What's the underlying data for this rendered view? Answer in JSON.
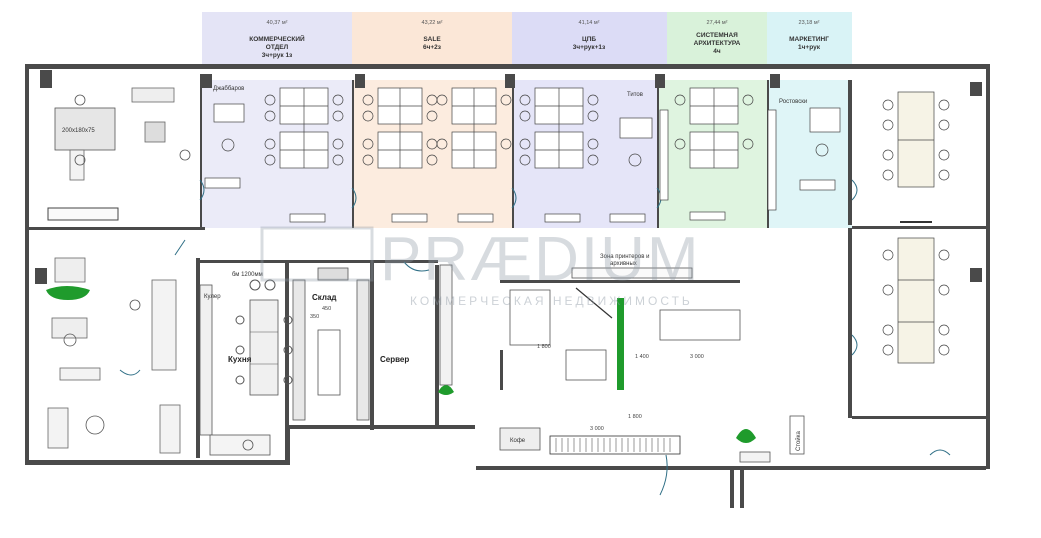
{
  "zones": [
    {
      "area": "40,37 м²",
      "name1": "КОММЕРЧЕСКИЙ",
      "name2": "ОТДЕЛ",
      "staff": "3ч+рук 1з",
      "color": "#e4e4f6"
    },
    {
      "area": "43,22 м²",
      "name1": "SALE",
      "name2": "",
      "staff": "6ч+2з",
      "color": "#fbe7d7"
    },
    {
      "area": "41,14 м²",
      "name1": "ЦПБ",
      "name2": "",
      "staff": "3ч+рук+1з",
      "color": "#dcdcf6"
    },
    {
      "area": "27,44 м²",
      "name1": "СИСТЕМНАЯ",
      "name2": "АРХИТЕКТУРА",
      "staff": "4ч",
      "color": "#d9f2da"
    },
    {
      "area": "23,18 м²",
      "name1": "МАРКЕТИНГ",
      "name2": "",
      "staff": "1ч+рук",
      "color": "#d9f3f6"
    }
  ],
  "rooms": {
    "kitchen": "Кухня",
    "storage": "Склад",
    "server": "Сервер",
    "coffee": "Кофе",
    "rack": "Стойка"
  },
  "person_labels": {
    "djabbarov": "Джаббаров",
    "titov": "Титов",
    "rostovsk": "Ростовски"
  },
  "small_labels": {
    "cooler": "Кулер",
    "printers_line1": "Зона принтеров и",
    "printers_line2": "архивных",
    "table_size": "200х180х75",
    "kitchen_size": "бм 1200мм"
  },
  "dimensions": {
    "d1": "1 800",
    "d2": "1 400",
    "d3": "3 000",
    "d4": "3 000",
    "d5": "1 800",
    "d6": "450",
    "d7": "350"
  },
  "watermark": {
    "brand": "PRÆDIUM",
    "tagline": "КОММЕРЧЕСКАЯ НЕДВИЖИМОСТЬ"
  }
}
